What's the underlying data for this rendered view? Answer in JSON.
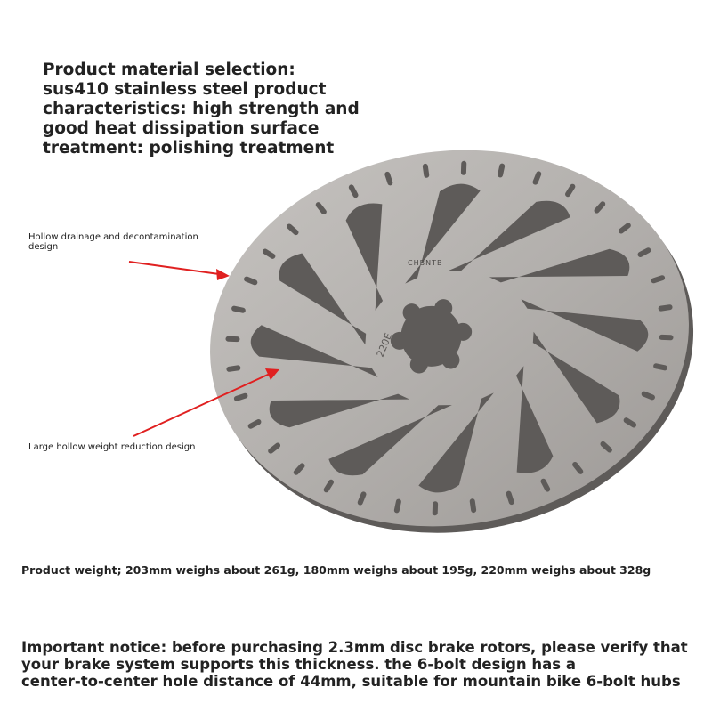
{
  "headline": {
    "lines": [
      "Product material selection:",
      "sus410 stainless steel product",
      "characteristics: high strength and",
      "good heat dissipation surface",
      "treatment: polishing treatment"
    ]
  },
  "callouts": {
    "drainage": "Hollow drainage and decontamination design",
    "weight_reduction": "Large hollow weight reduction design"
  },
  "rotor": {
    "brand_mark": "CHBNTB",
    "size_mark": "220E",
    "bolt_count": 6
  },
  "colors": {
    "arrow": "#e02020",
    "steel": "#b9b6b3",
    "steel_dark": "#8d8986"
  },
  "weight_info": "Product weight; 203mm weighs about 261g, 180mm weighs about 195g, 220mm weighs about 328g",
  "notice": {
    "lines": [
      "Important notice: before purchasing 2.3mm disc brake rotors, please verify that",
      "your brake system supports this thickness. the 6-bolt design has a",
      "center-to-center hole distance of 44mm, suitable for mountain bike 6-bolt hubs"
    ]
  }
}
